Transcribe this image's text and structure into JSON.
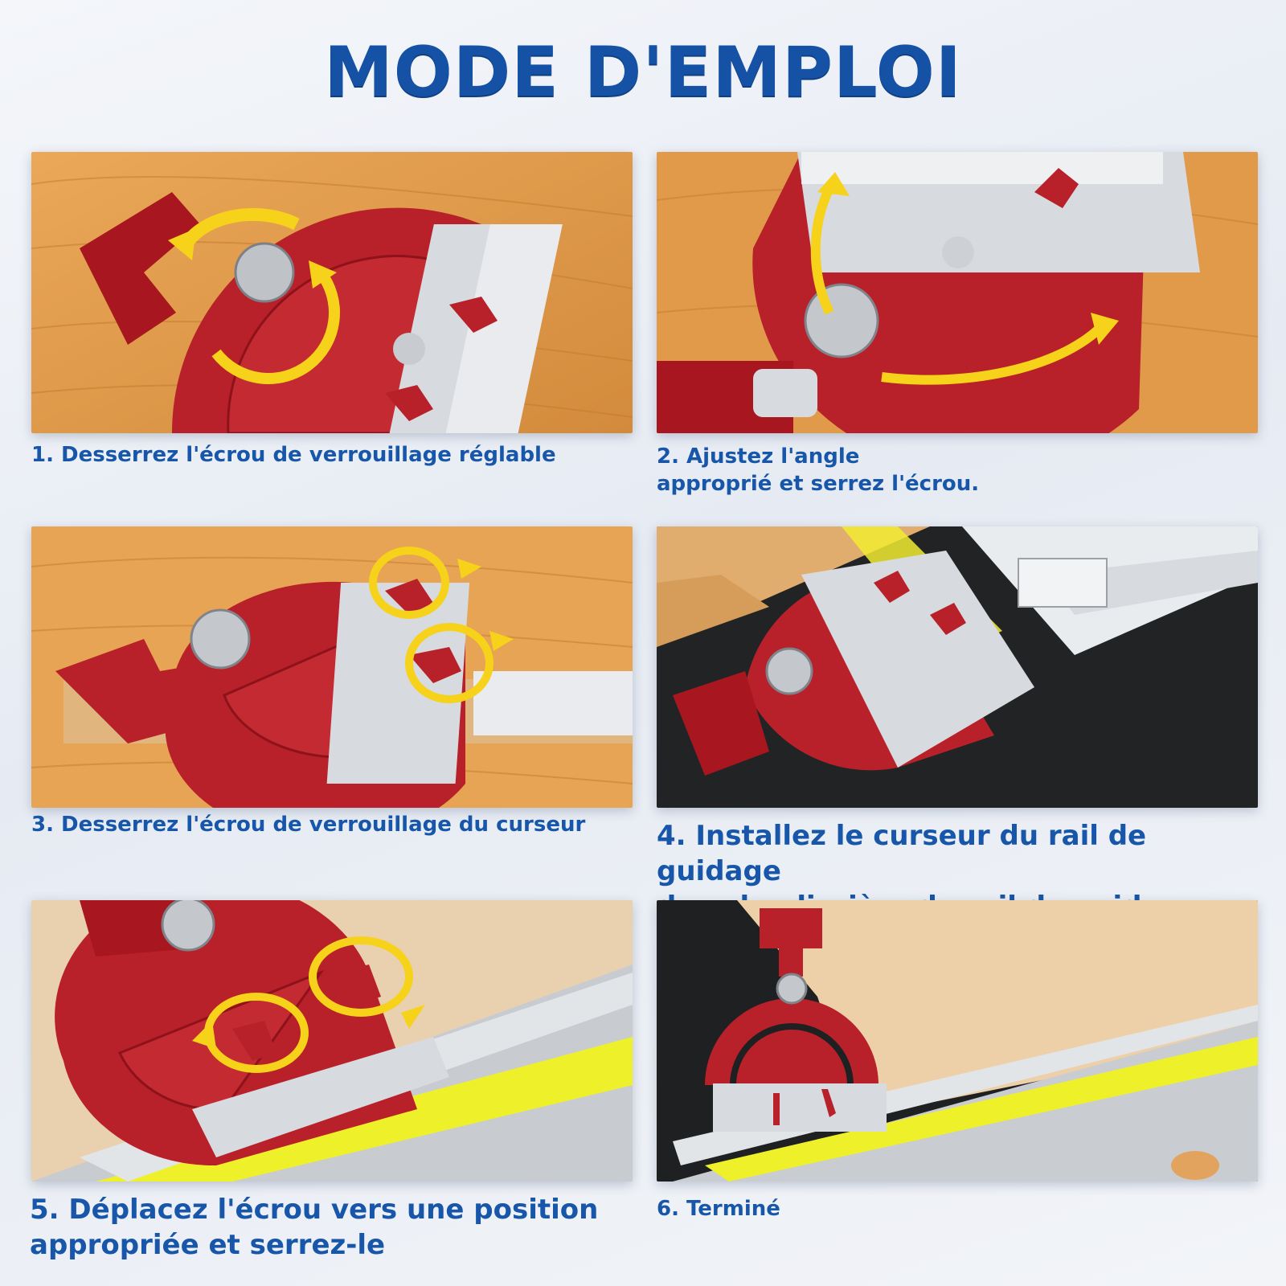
{
  "page": {
    "title": "MODE D'EMPLOI"
  },
  "steps": [
    {
      "line1": "1. Desserrez l'écrou de verrouillage réglable",
      "line2": ""
    },
    {
      "line1": "2. Ajustez l'angle",
      "line2": "approprié et serrez l'écrou."
    },
    {
      "line1": "3. Desserrez l'écrou de verrouillage du curseur",
      "line2": ""
    },
    {
      "line1": "4. Installez le curseur du rail de guidage",
      "line2": "dans la glissière du rail de guidage."
    },
    {
      "line1": "5. Déplacez l'écrou vers une position",
      "line2": "appropriée et serrez-le"
    },
    {
      "line1": "6. Terminé",
      "line2": ""
    }
  ],
  "colors": {
    "title": "#1552a6",
    "caption": "#1756a9",
    "protractor_red": "#b8202a",
    "aluminium": "#d7dade",
    "arrow_yellow": "#f6d21a",
    "wood": "#e19a4a"
  }
}
